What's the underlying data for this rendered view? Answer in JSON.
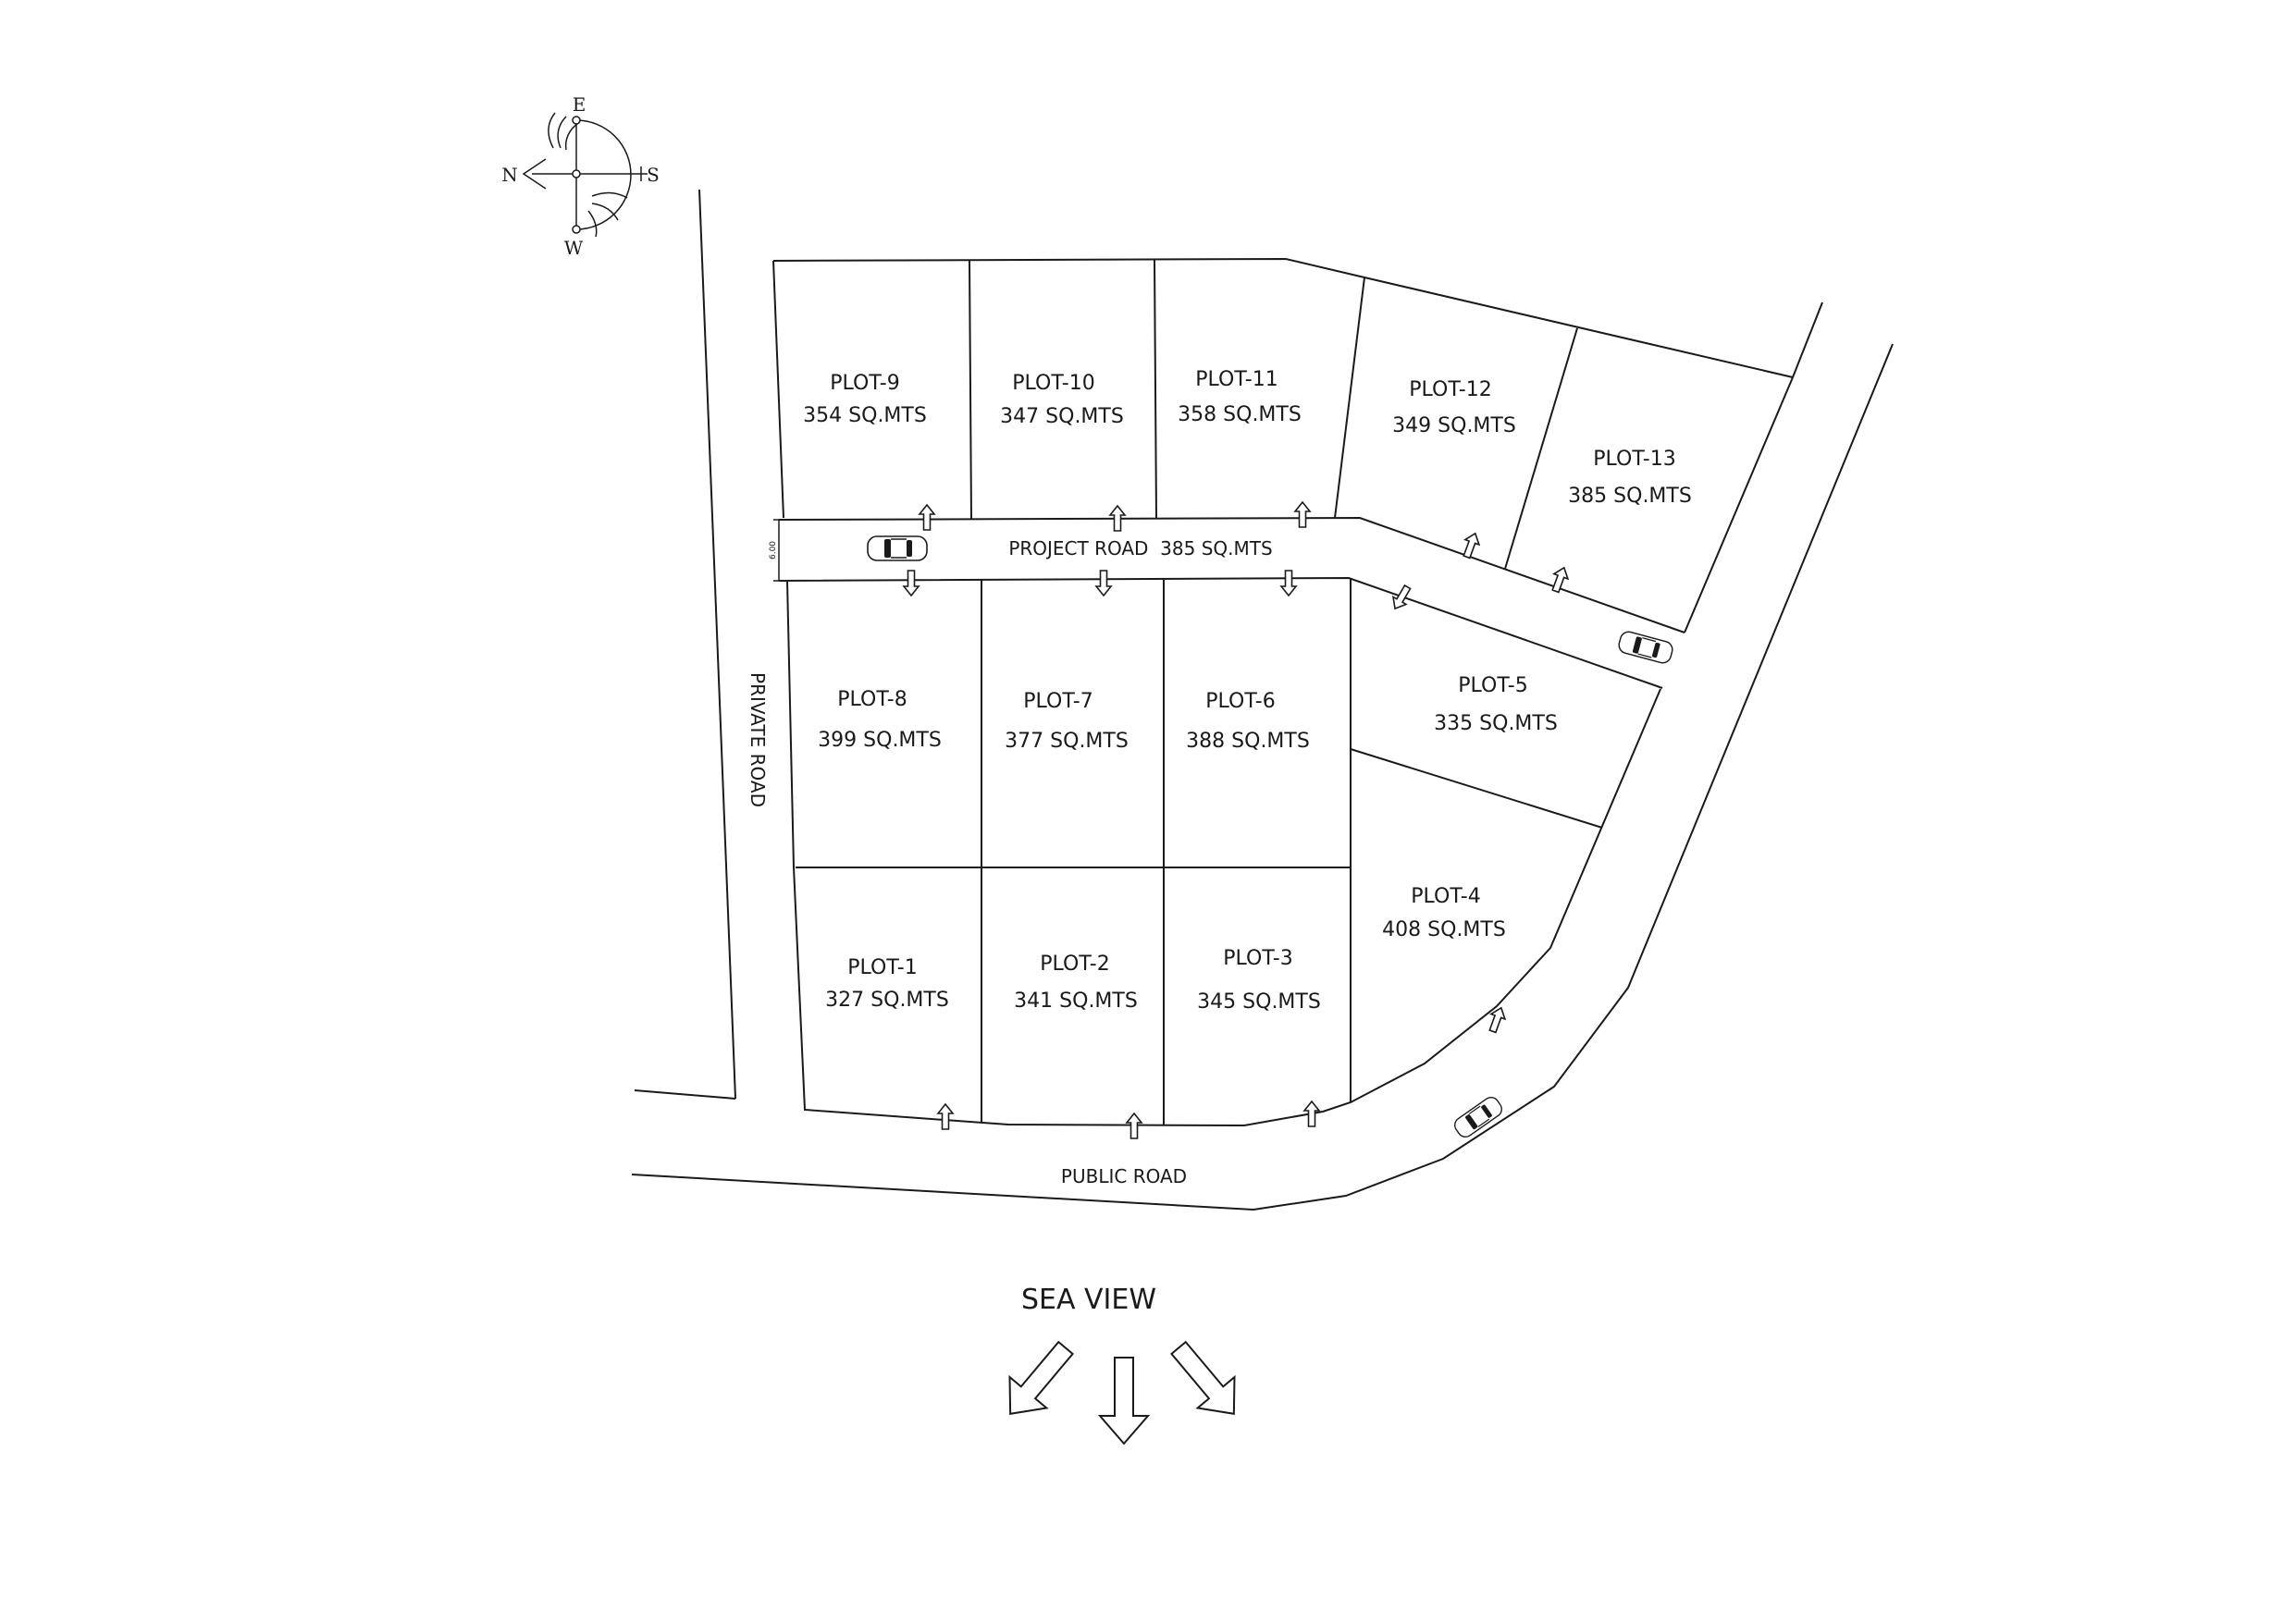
{
  "plots": [
    {
      "id": "plot-9",
      "name": "PLOT-9",
      "area": "354 SQ.MTS"
    },
    {
      "id": "plot-10",
      "name": "PLOT-10",
      "area": "347 SQ.MTS"
    },
    {
      "id": "plot-11",
      "name": "PLOT-11",
      "area": "358 SQ.MTS"
    },
    {
      "id": "plot-12",
      "name": "PLOT-12",
      "area": "349 SQ.MTS"
    },
    {
      "id": "plot-13",
      "name": "PLOT-13",
      "area": "385 SQ.MTS"
    },
    {
      "id": "plot-8",
      "name": "PLOT-8",
      "area": "399 SQ.MTS"
    },
    {
      "id": "plot-7",
      "name": "PLOT-7",
      "area": "377 SQ.MTS"
    },
    {
      "id": "plot-6",
      "name": "PLOT-6",
      "area": "388 SQ.MTS"
    },
    {
      "id": "plot-5",
      "name": "PLOT-5",
      "area": "335 SQ.MTS"
    },
    {
      "id": "plot-4",
      "name": "PLOT-4",
      "area": "408 SQ.MTS"
    },
    {
      "id": "plot-1",
      "name": "PLOT-1",
      "area": "327 SQ.MTS"
    },
    {
      "id": "plot-2",
      "name": "PLOT-2",
      "area": "341 SQ.MTS"
    },
    {
      "id": "plot-3",
      "name": "PLOT-3",
      "area": "345 SQ.MTS"
    }
  ],
  "roads": {
    "project_road": "PROJECT ROAD  385 SQ.MTS",
    "public_road": "PUBLIC ROAD",
    "private_road": "PRIVATE ROAD",
    "road_width": "6.00"
  },
  "compass": {
    "east": "E",
    "west": "W",
    "north": "N",
    "south": "S"
  },
  "sea_view": "SEA VIEW"
}
